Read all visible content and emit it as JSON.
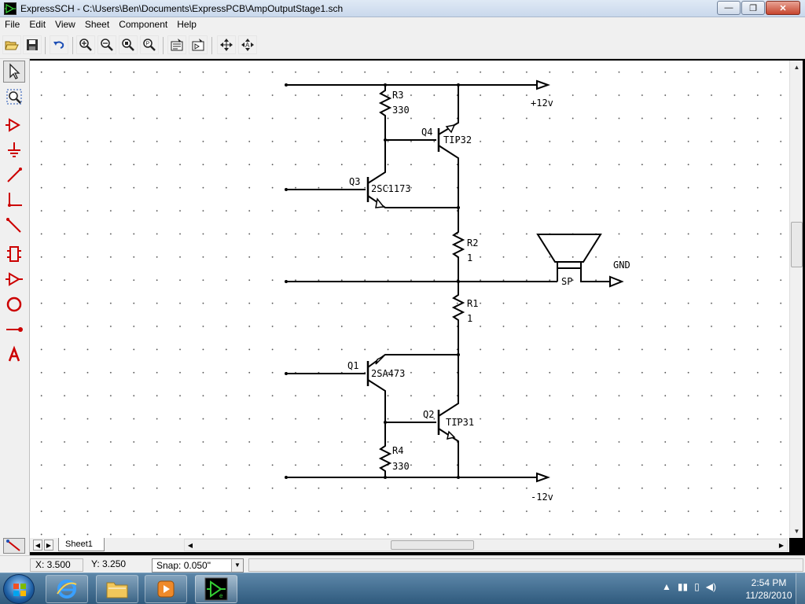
{
  "window": {
    "title": "ExpressSCH - C:\\Users\\Ben\\Documents\\ExpressPCB\\AmpOutputStage1.sch",
    "buttons": {
      "minimize": "—",
      "maximize": "❐",
      "close": "✕"
    }
  },
  "menu": [
    "File",
    "Edit",
    "View",
    "Sheet",
    "Component",
    "Help"
  ],
  "toolbar": {
    "items": [
      "open-icon",
      "save-icon",
      "undo-icon",
      "zoom-in-icon",
      "zoom-out-icon",
      "zoom-fit-icon",
      "zoom-page-icon",
      "properties-icon",
      "component-properties-icon",
      "move-icon",
      "move-label-icon"
    ]
  },
  "left_tools": [
    "select-icon",
    "zoom-area-icon",
    "place-component-icon",
    "ground-icon",
    "wire-icon",
    "wire-corner-icon",
    "bus-icon",
    "part-icon",
    "buffer-icon",
    "circle-icon",
    "connection-dot-icon",
    "text-icon"
  ],
  "schematic": {
    "labels": {
      "r3_ref": "R3",
      "r3_val": "330",
      "q4_ref": "Q4",
      "q4_val": "TIP32",
      "q3_ref": "Q3",
      "q3_val": "2SC1173",
      "r2_ref": "R2",
      "r2_val": "1",
      "r1_ref": "R1",
      "r1_val": "1",
      "q1_ref": "Q1",
      "q1_val": "2SA473",
      "q2_ref": "Q2",
      "q2_val": "TIP31",
      "r4_ref": "R4",
      "r4_val": "330",
      "pos_supply": "+12v",
      "neg_supply": "-12v",
      "gnd": "GND",
      "speaker": "SP"
    }
  },
  "sheet_tab": "Sheet1",
  "status": {
    "x": "X: 3.500",
    "y": "Y: 3.250",
    "snap": "Snap:  0.050\""
  },
  "taskbar": {
    "time": "2:54 PM",
    "date": "11/28/2010"
  }
}
